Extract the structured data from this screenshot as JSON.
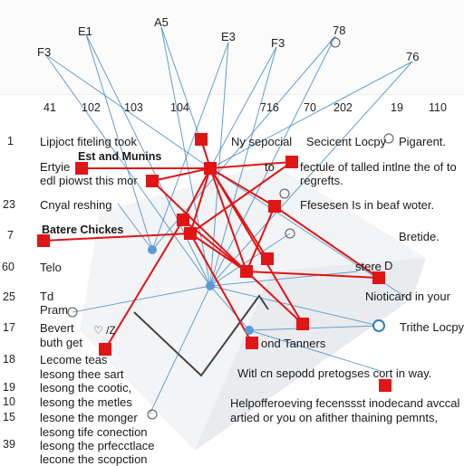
{
  "top_labels": [
    "E1",
    "A5",
    "E3",
    "F3",
    "F3",
    "78",
    "76"
  ],
  "ruler_labels": [
    "41",
    "102",
    "103",
    "104",
    "716",
    "70",
    "202",
    "19",
    "110"
  ],
  "left_numbers": [
    "1",
    "23",
    "7",
    "60",
    "25",
    "17",
    "18",
    "19",
    "10",
    "15",
    "39"
  ],
  "left_texts": [
    "Lipjoct fiteling took",
    "Ertyie",
    "edl piowst this mor",
    "Cnyal reshing",
    "Telo",
    "Td",
    "Pram",
    "Bevert",
    "buth get",
    "Lecome teas",
    "lesong thee sart",
    "lesong the cootic,",
    "lesong the metles",
    "lesone the monger",
    "lesong tife conection",
    "lesong the prfecctlace",
    "lecone the scopction"
  ],
  "bold_labels": [
    "Est and Munins",
    "Batere Chickes"
  ],
  "right_texts": [
    "Ny sepocial",
    "Secicent Locpy",
    "Pigarent.",
    "fectule of talled intlne the of to",
    "regrefts.",
    "Ffesesen Is in beaf woter.",
    "Bretide.",
    "stere",
    "Nioticard in your",
    "Trithe Locpy",
    "ond Tanners",
    "Witl cn sepodd pretogses cort in way.",
    "Helpofferoeving fecenssst inodecand avccal",
    "artied or you on afither thaining pemnts,"
  ],
  "marker_text": [
    "♡ /Z",
    "to",
    "D"
  ],
  "colors": {
    "accent_red": "#e01515",
    "line_blue": "#2f7fc1",
    "node_fill": "#5b9bd5",
    "plane": "#e9ebee",
    "dark": "#444444"
  }
}
